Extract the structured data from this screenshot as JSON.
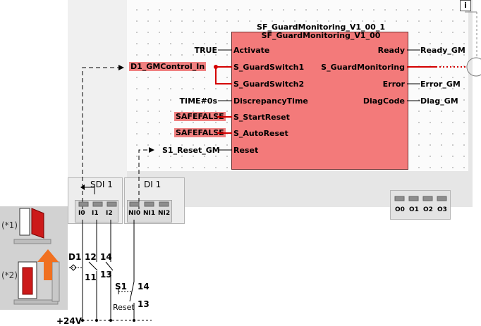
{
  "fb": {
    "instance": "SF_GuardMonitoring_V1_00_1",
    "type": "SF_GuardMonitoring_V1_00",
    "inputs": [
      "Activate",
      "S_GuardSwitch1",
      "S_GuardSwitch2",
      "DiscrepancyTime",
      "S_StartReset",
      "S_AutoReset",
      "Reset"
    ],
    "outputs": [
      "Ready",
      "S_GuardMonitoring",
      "Error",
      "DiagCode"
    ]
  },
  "input_values": {
    "activate": "TRUE",
    "guard_switch": "D1_GMControl_In",
    "discrepancy": "TIME#0s",
    "start_reset": "SAFEFALSE",
    "auto_reset": "SAFEFALSE",
    "reset": "S1_Reset_GM"
  },
  "output_values": {
    "ready": "Ready_GM",
    "error": "Error_GM",
    "diag": "Diag_GM"
  },
  "modules": {
    "sdi": {
      "title": "SDI 1",
      "terms": [
        "I0",
        "I1",
        "I2"
      ]
    },
    "di": {
      "title": "DI 1",
      "terms": [
        "NI0",
        "NI1",
        "NI2"
      ]
    },
    "dout": {
      "terms": [
        "O0",
        "O1",
        "O2",
        "O3"
      ]
    }
  },
  "wiring": {
    "d1": "D1",
    "d1_12": "12",
    "d1_14": "14",
    "d1_11": "11",
    "d1_13": "13",
    "s1": "S1",
    "s1_14": "14",
    "s1_13": "13",
    "s1_reset": "Reset",
    "supply": "+24V"
  },
  "notes": {
    "n1": "(*1)",
    "n2": "(*2)"
  },
  "info_icon": "i",
  "colors": {
    "fb_fill": "#f37a7a",
    "wire_red": "#d40000",
    "arrow_orange": "#f07020",
    "door_red": "#cc1a1a"
  }
}
